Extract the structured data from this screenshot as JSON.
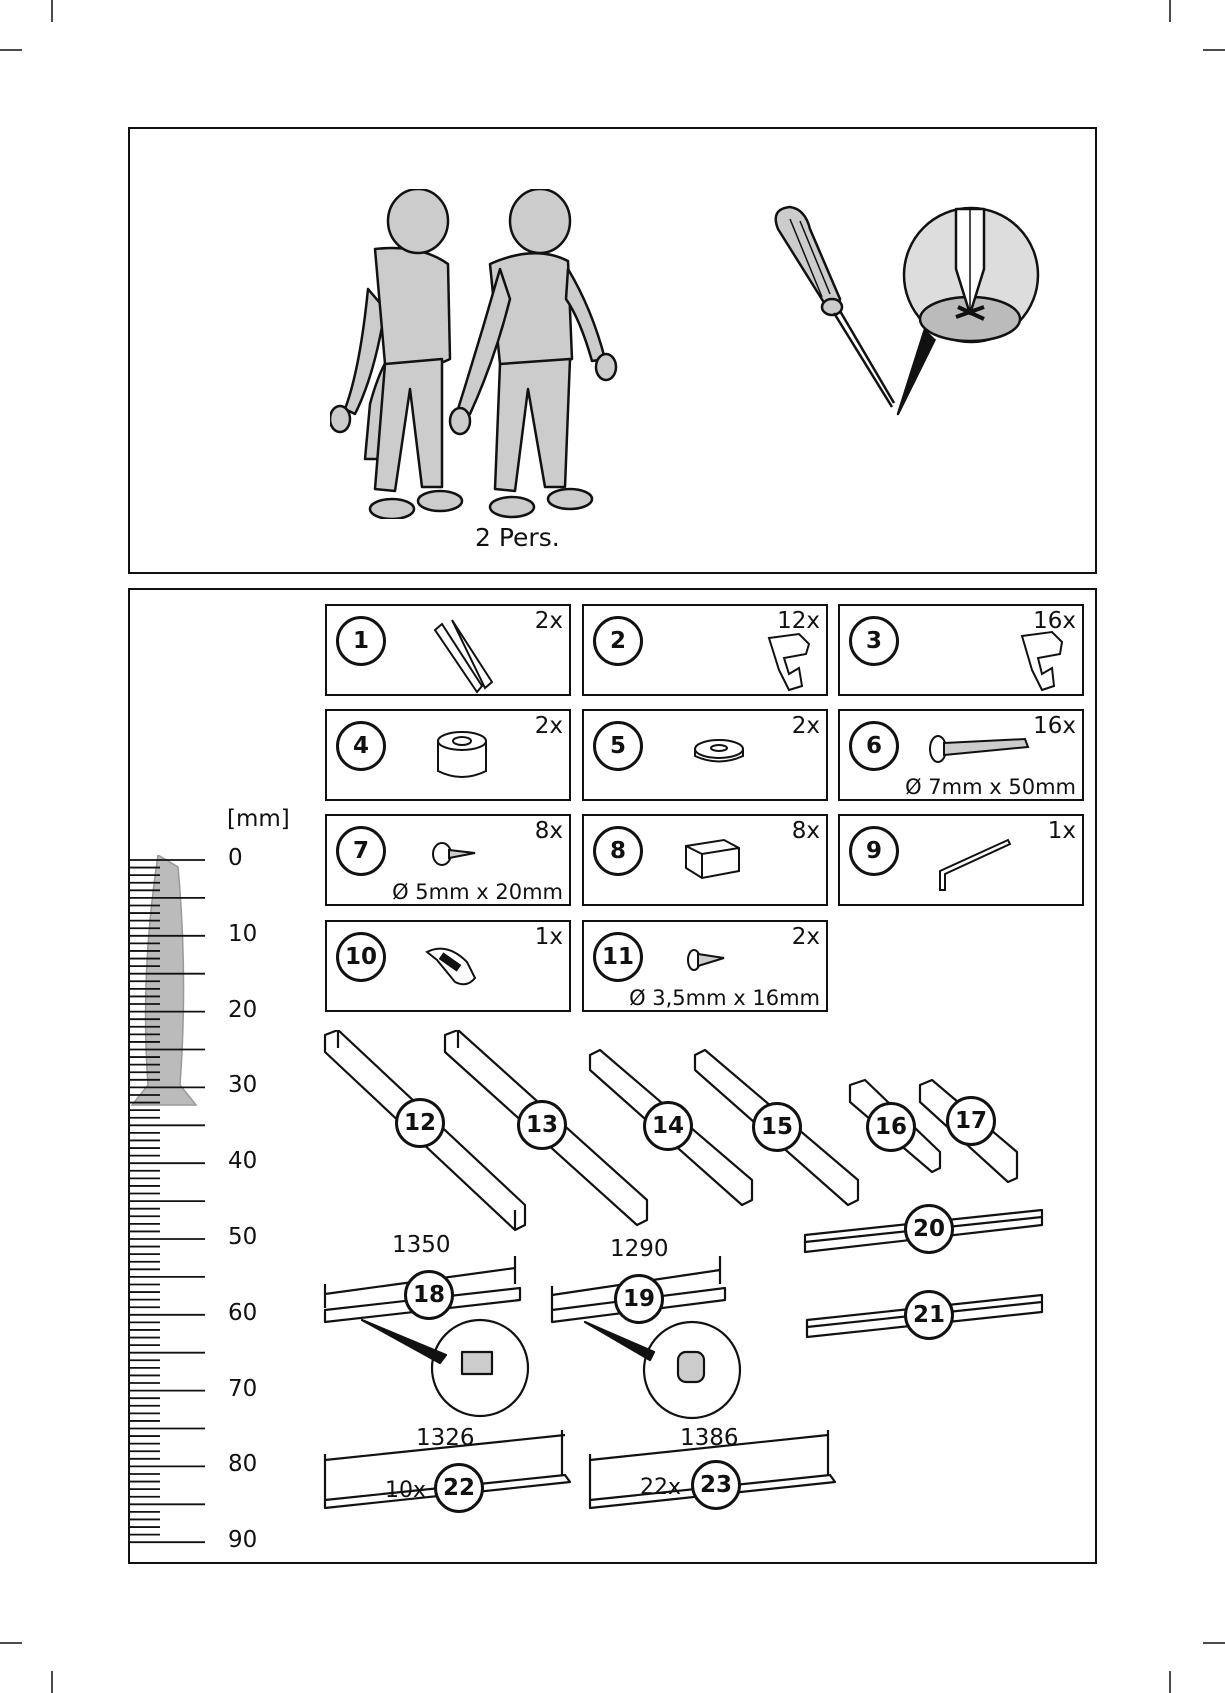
{
  "tools_panel": {
    "persons_label": "2 Pers."
  },
  "ruler": {
    "unit_label": "[mm]",
    "ticks": [
      "0",
      "10",
      "20",
      "30",
      "40",
      "50",
      "60",
      "70",
      "80",
      "90"
    ]
  },
  "parts": [
    {
      "number": "1",
      "qty": "2x",
      "dim": ""
    },
    {
      "number": "2",
      "qty": "12x",
      "dim": ""
    },
    {
      "number": "3",
      "qty": "16x",
      "dim": ""
    },
    {
      "number": "4",
      "qty": "2x",
      "dim": ""
    },
    {
      "number": "5",
      "qty": "2x",
      "dim": ""
    },
    {
      "number": "6",
      "qty": "16x",
      "dim": "Ø 7mm x 50mm"
    },
    {
      "number": "7",
      "qty": "8x",
      "dim": "Ø 5mm x 20mm"
    },
    {
      "number": "8",
      "qty": "8x",
      "dim": ""
    },
    {
      "number": "9",
      "qty": "1x",
      "dim": ""
    },
    {
      "number": "10",
      "qty": "1x",
      "dim": ""
    },
    {
      "number": "11",
      "qty": "2x",
      "dim": "Ø 3,5mm x 16mm"
    }
  ],
  "frame_parts": {
    "p12": "12",
    "p13": "13",
    "p14": "14",
    "p15": "15",
    "p16": "16",
    "p17": "17",
    "p18": "18",
    "p19": "19",
    "p20": "20",
    "p21": "21",
    "p22": "22",
    "p23": "23",
    "len18": "1350",
    "len19": "1290",
    "len22": "1326",
    "len23": "1386",
    "cnt22": "10x",
    "cnt23": "22x"
  }
}
